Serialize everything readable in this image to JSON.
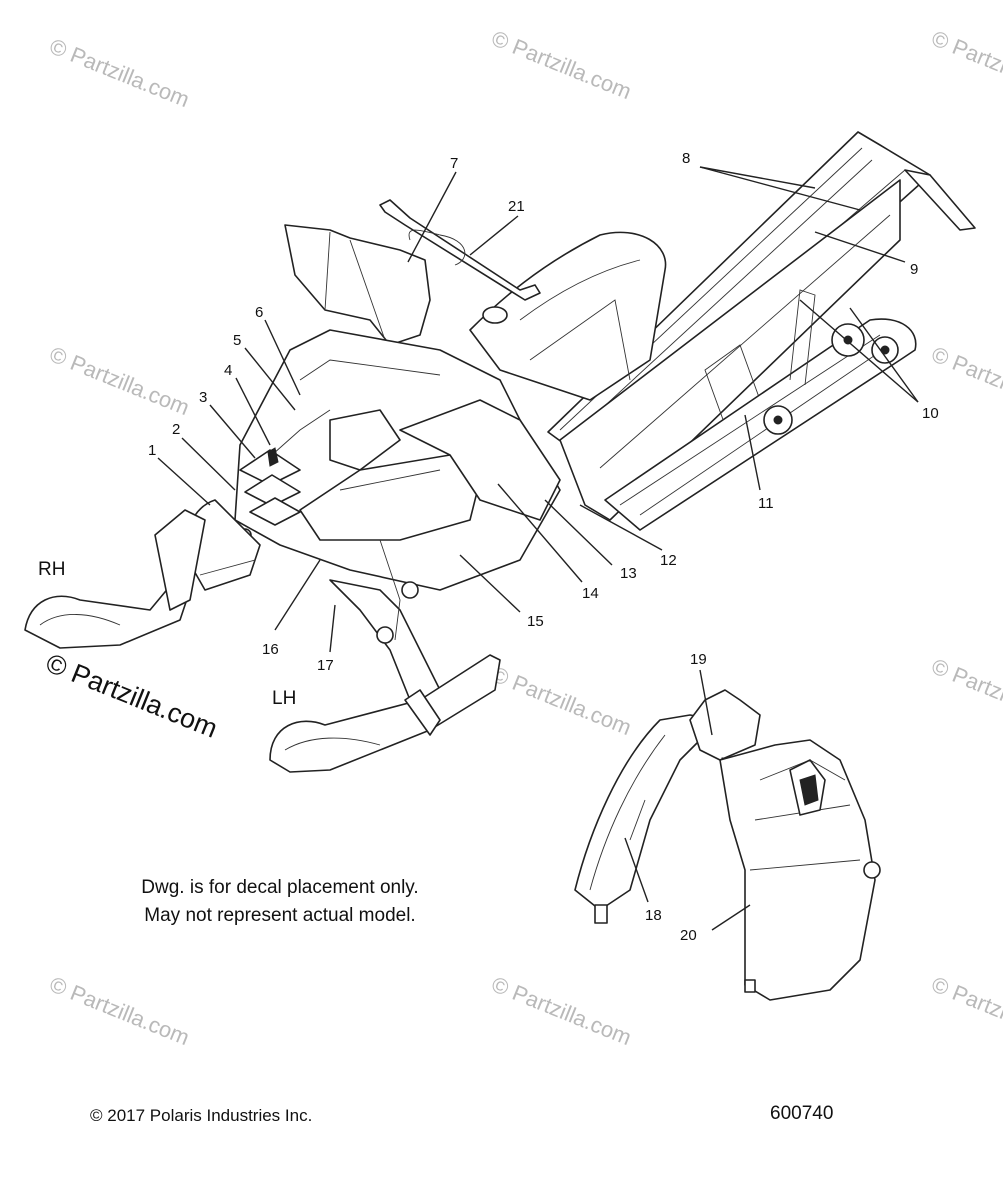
{
  "watermark": {
    "text": "© Partzilla.com",
    "main_text": "© Partzilla.com"
  },
  "side_labels": {
    "rh": "RH",
    "lh": "LH"
  },
  "callouts": [
    "1",
    "2",
    "3",
    "4",
    "5",
    "6",
    "7",
    "8",
    "9",
    "10",
    "11",
    "12",
    "13",
    "14",
    "15",
    "16",
    "17",
    "18",
    "19",
    "20",
    "21"
  ],
  "note": {
    "line1": "Dwg. is for decal placement only.",
    "line2": "May not represent actual model."
  },
  "footer": {
    "copyright": "© 2017 Polaris Industries Inc.",
    "drawing_number": "600740"
  }
}
